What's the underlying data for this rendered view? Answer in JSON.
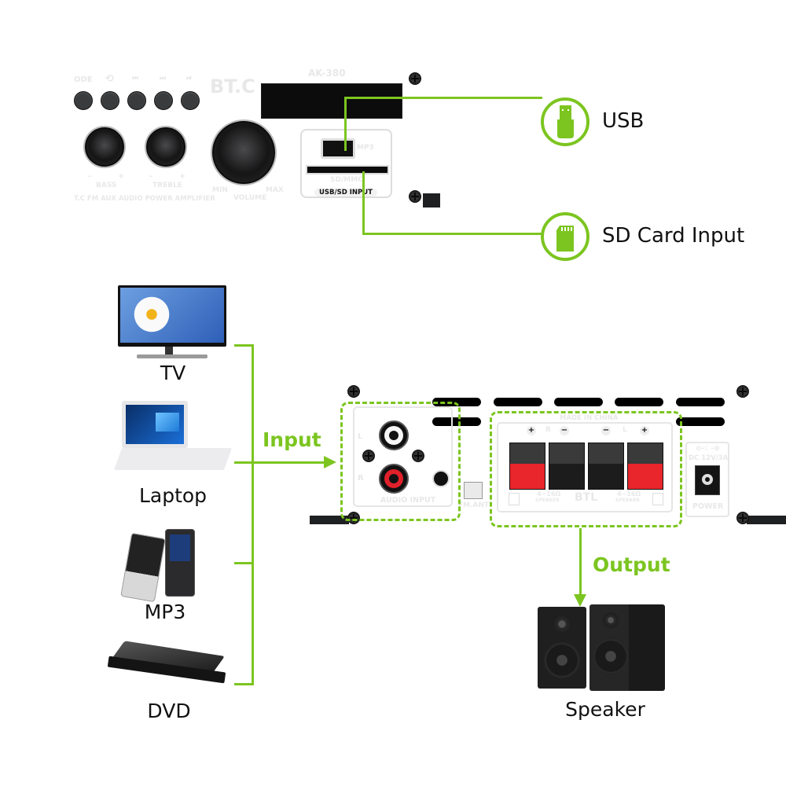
{
  "front_panel": {
    "model": "AK-380",
    "brand": "BT.C",
    "button_labels": [
      "MODE",
      "repeat-icon",
      "prev-icon",
      "next-icon",
      "play-pause-icon"
    ],
    "mode_label": "ODE",
    "knobs": {
      "bass": {
        "label": "BASS",
        "minus": "-",
        "plus": "+"
      },
      "treble": {
        "label": "TREBLE",
        "minus": "-",
        "plus": "+"
      },
      "volume": {
        "label": "VOLUME",
        "min": "MIN",
        "max": "MAX"
      }
    },
    "subtitle": "T.C FM AUX AUDIO POWER AMPLIFIER",
    "usb_port_label": "MP3",
    "sd_slot_label": "SD/MMC",
    "input_group_label": "USB/SD INPUT"
  },
  "features": [
    {
      "icon": "usb-drive-icon",
      "label": "USB"
    },
    {
      "icon": "sd-card-icon",
      "label": "SD Card Input"
    }
  ],
  "sources": [
    {
      "icon": "tv-icon",
      "label": "TV"
    },
    {
      "icon": "laptop-icon",
      "label": "Laptop"
    },
    {
      "icon": "mp3-player-icon",
      "label": "MP3"
    },
    {
      "icon": "dvd-player-icon",
      "label": "DVD"
    }
  ],
  "input_arrow_label": "Input",
  "output_arrow_label": "Output",
  "rear_panel": {
    "audio_input": {
      "label": "AUDIO INPUT",
      "left": "L",
      "right": "R"
    },
    "fm_ant": "FM.ANT",
    "made_in": "MADE IN CHINA",
    "speaker_terminals": {
      "right_channel": "R",
      "left_channel": "L",
      "plus": "+",
      "minus": "−",
      "btl": "BTL",
      "impedance": "4~16Ω",
      "speaker_word": "SPEAKER"
    },
    "power": {
      "spec": "DC 12V/3A",
      "label": "POWER"
    }
  },
  "output_device": {
    "icon": "speaker-icon",
    "label": "Speaker"
  },
  "colors": {
    "accent": "#7cc520",
    "panel": "#1f2022",
    "text": "#111111"
  }
}
